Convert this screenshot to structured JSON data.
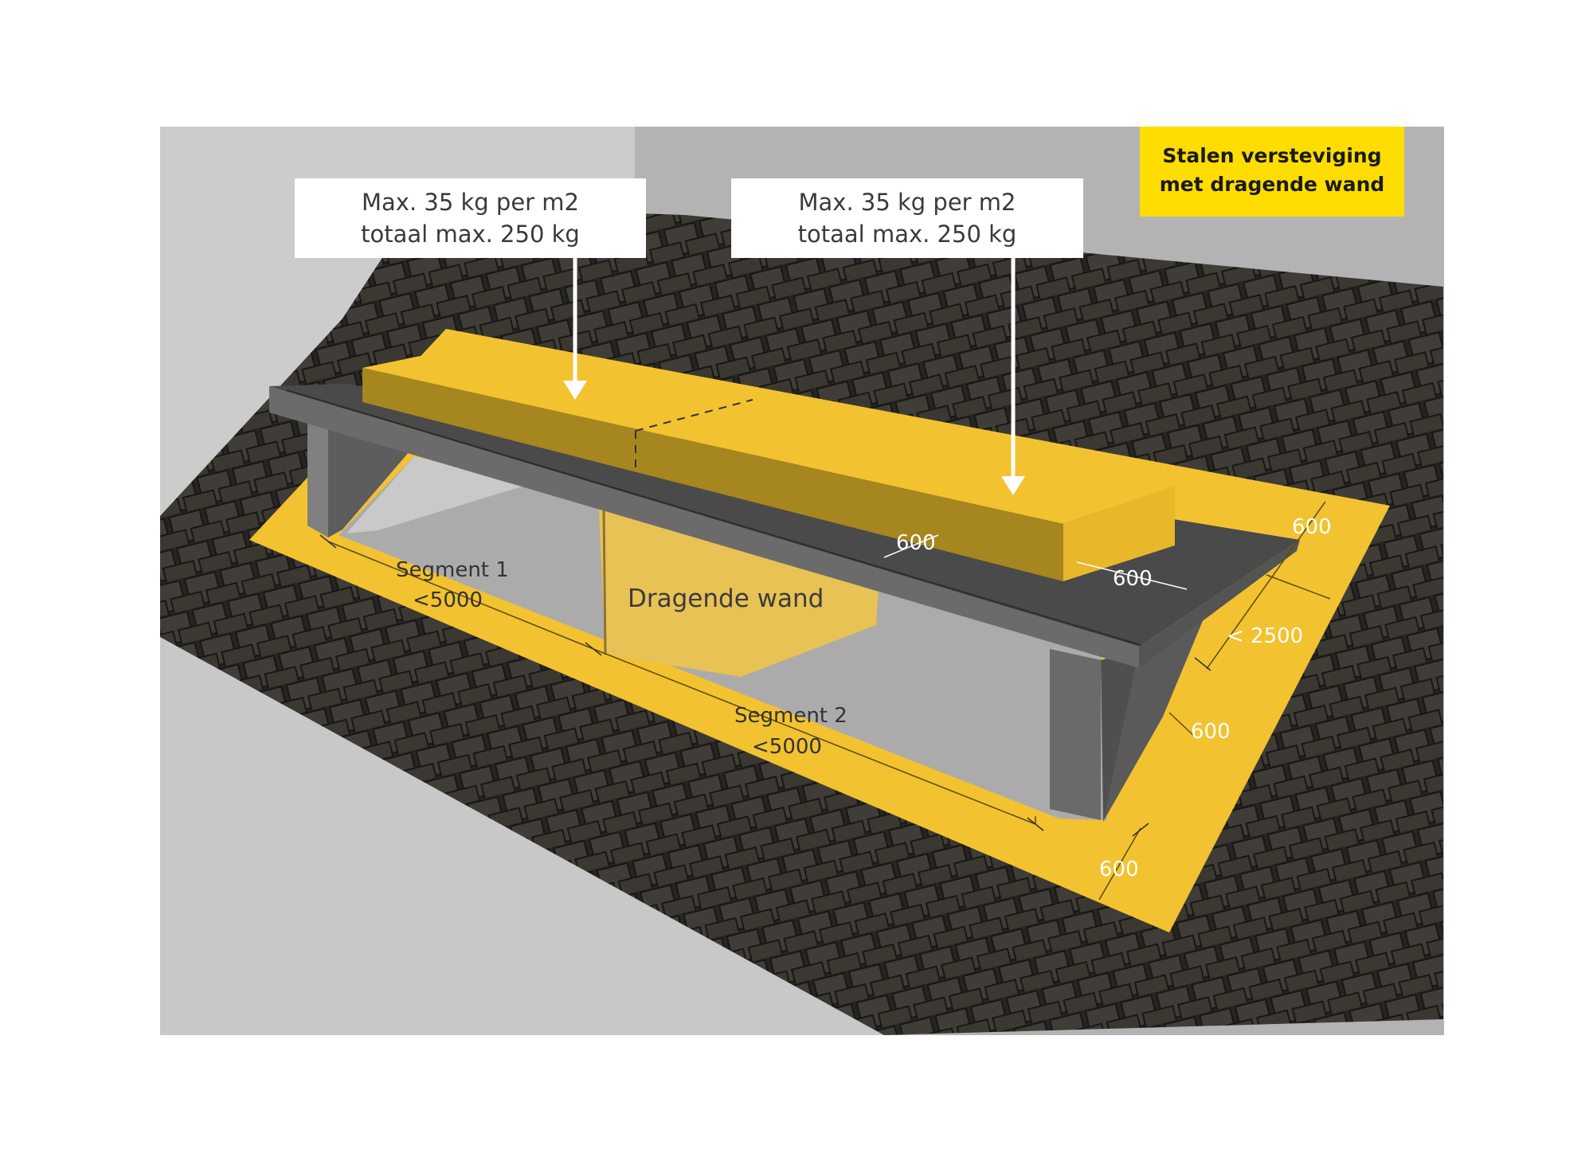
{
  "badge": {
    "line1": "Stalen versteviging",
    "line2": "met dragende wand"
  },
  "callout_left": {
    "line1": "Max. 35 kg per m2",
    "line2": "totaal max. 250 kg"
  },
  "callout_right": {
    "line1": "Max. 35 kg per m2",
    "line2": "totaal max. 250 kg"
  },
  "labels": {
    "wall": "Dragende wand",
    "segment1_name": "Segment 1",
    "segment1_value": "<5000",
    "segment2_name": "Segment 2",
    "segment2_value": "<5000"
  },
  "dimensions": {
    "load_width": "600",
    "load_edge": "600",
    "top_margin": "600",
    "depth": "< 2500",
    "side_margin": "600",
    "bottom_margin": "600"
  },
  "colors": {
    "yellow_zone": "#f2c230",
    "load_block": "#a6861e",
    "roof_tile": "#3b3833",
    "steel": "#5e5e5e",
    "badge": "#ffdd00"
  }
}
